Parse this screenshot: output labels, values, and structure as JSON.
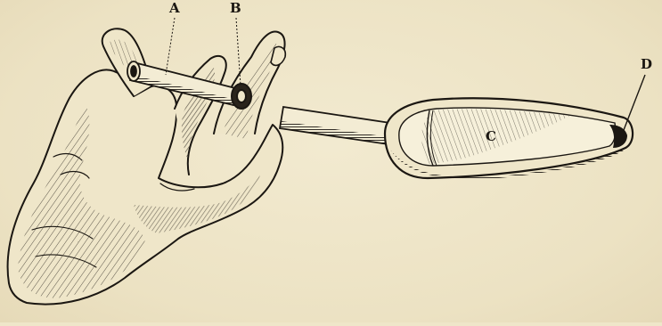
{
  "figure": {
    "labels": {
      "a": "A",
      "b": "B",
      "c": "C",
      "d": "D"
    },
    "colors": {
      "paper": "#efe6c9",
      "ink": "#1b1712"
    }
  }
}
